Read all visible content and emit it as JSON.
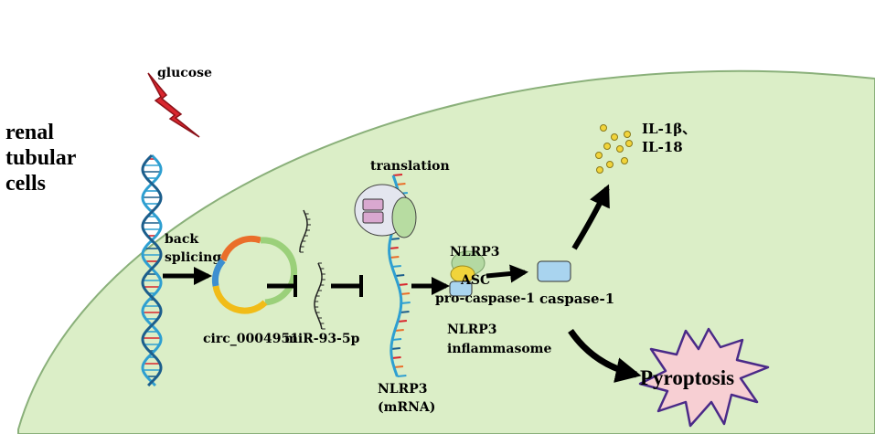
{
  "cell_label": [
    "renal",
    "tubular",
    "cells"
  ],
  "stimulus": "glucose",
  "back_splicing": [
    "back",
    "splicing"
  ],
  "circrna": "circ_0004951",
  "mirna": "miR-93-5p",
  "translation": "translation",
  "mrna": [
    "NLRP3",
    "(mRNA)"
  ],
  "nlrp3": "NLRP3",
  "asc": "ASC",
  "pro_caspase": "pro-caspase-1",
  "inflammasome": [
    "NLRP3",
    "inflammasome"
  ],
  "caspase": "caspase-1",
  "cytokines": [
    "IL-1β、",
    "IL-18"
  ],
  "pyroptosis": "Pyroptosis",
  "colors": {
    "cell_fill": "#dbeec7",
    "cell_outline": "#8ab07a",
    "inflammasome_green": "#b4d9a2",
    "caspase_blue": "#a9d4ef",
    "cytokine_yellow": "#f1d43b",
    "pyroptosis_fill": "#f7cfd3",
    "pyroptosis_stroke": "#4a2a88",
    "glucose_red": "#d9262e",
    "circ_green": "#9bd07a",
    "circ_yellow": "#f1bc18",
    "circ_blue": "#3d8fd0",
    "circ_orange": "#ea6e2a",
    "dna_blue": "#2e9fd1",
    "dna_dark": "#1c5e8c"
  }
}
